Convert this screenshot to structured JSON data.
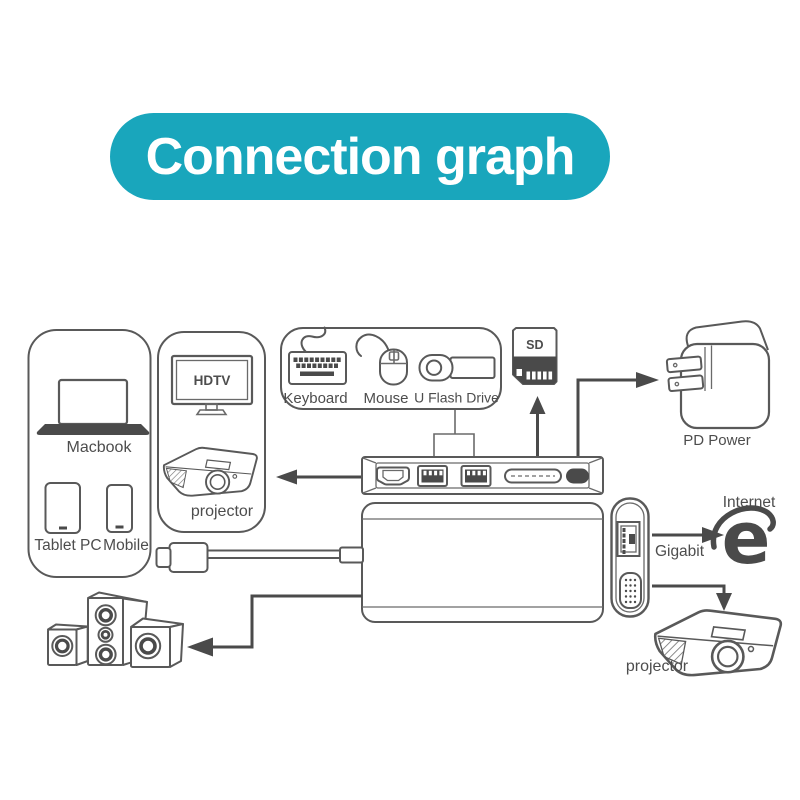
{
  "title": "Connection graph",
  "colors": {
    "accent": "#19A6BC",
    "line": "#595959",
    "dark": "#4A4A4A",
    "label": "#4D4D4D",
    "background": "#FFFFFF"
  },
  "groups": {
    "computers": {
      "labels": {
        "macbook": "Macbook",
        "tablet": "Tablet PC",
        "mobile": "Mobile"
      }
    },
    "display": {
      "labels": {
        "tv": "HDTV",
        "projector": "projector"
      }
    },
    "usb_devices": {
      "labels": {
        "keyboard": "Keyboard",
        "mouse": "Mouse",
        "flash": "U Flash Drive"
      }
    },
    "sd_card": {
      "label": "SD"
    },
    "power": {
      "label": "PD Power"
    },
    "network": {
      "labels": {
        "port": "Gigabit",
        "service": "Internet"
      }
    },
    "external_projector": {
      "label": "projector"
    }
  },
  "icon_names": [
    "macbook-icon",
    "tablet-icon",
    "mobile-icon",
    "hdtv-icon",
    "display-projector-icon",
    "keyboard-icon",
    "mouse-icon",
    "flash-drive-icon",
    "sd-card-icon",
    "power-adapter-icon",
    "ie-browser-icon",
    "speakers-icon",
    "external-projector-icon",
    "hub-front-panel",
    "hub-body",
    "usb-c-plug",
    "hdmi-port",
    "usb-a-port",
    "sd-slot",
    "usb-c-port",
    "ethernet-port",
    "vga-port"
  ]
}
